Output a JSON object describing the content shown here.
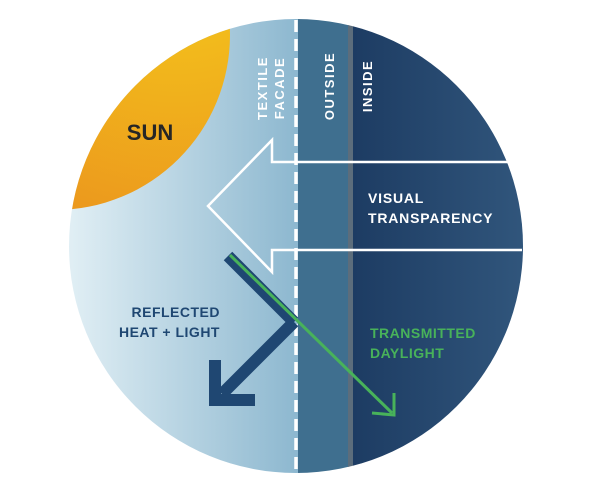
{
  "sun": {
    "label": "SUN"
  },
  "layers": {
    "textile_facade": [
      "TEXTILE",
      "FACADE"
    ],
    "outside": "OUTSIDE",
    "inside": "INSIDE"
  },
  "visual_transparency": [
    "VISUAL",
    "TRANSPARENCY"
  ],
  "reflected": [
    "REFLECTED",
    "HEAT + LIGHT"
  ],
  "transmitted": [
    "TRANSMITTED",
    "DAYLIGHT"
  ],
  "colors": {
    "sun_start": "#f6cf1c",
    "sun_end": "#ea8f1d",
    "sky_light": "#e4f1f6",
    "sky_dark": "#8cb7cf",
    "outside_band": "#3f6f8f",
    "inside_dark": "#1d3c63",
    "inside_light": "#345a80",
    "reflected_arrow": "#1f4772",
    "transmitted_arrow": "#48b25a",
    "outline": "#ffffff"
  }
}
